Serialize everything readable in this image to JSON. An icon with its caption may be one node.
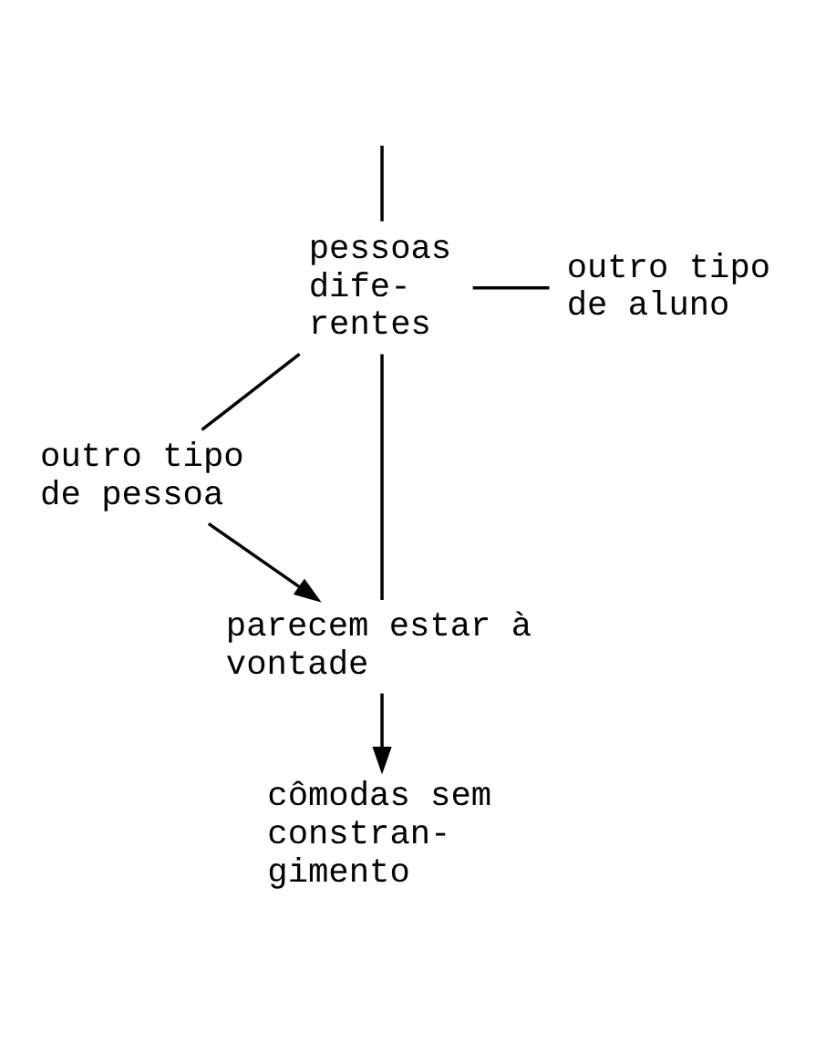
{
  "diagram": {
    "nodes": [
      {
        "text": [
          "pessoas dife- rentes"
        ]
      },
      {
        "text": [
          "outro tipo de aluno"
        ]
      },
      {
        "text": [
          "outro tipo de pessoa"
        ]
      },
      {
        "text": [
          "parecem estar à vontade"
        ]
      },
      {
        "text": [
          "cômodas sem constran- gimento"
        ]
      }
    ],
    "edges": [
      {
        "from": 0,
        "to": null,
        "arrow": "none"
      },
      {
        "from": 0,
        "to": 1,
        "arrow": "none"
      },
      {
        "from": 0,
        "to": 2,
        "arrow": "none"
      },
      {
        "from": 2,
        "to": 3,
        "arrow": "to"
      },
      {
        "from": 0,
        "to": 3,
        "arrow": "none"
      },
      {
        "from": 3,
        "to": 4,
        "arrow": "to"
      }
    ]
  }
}
